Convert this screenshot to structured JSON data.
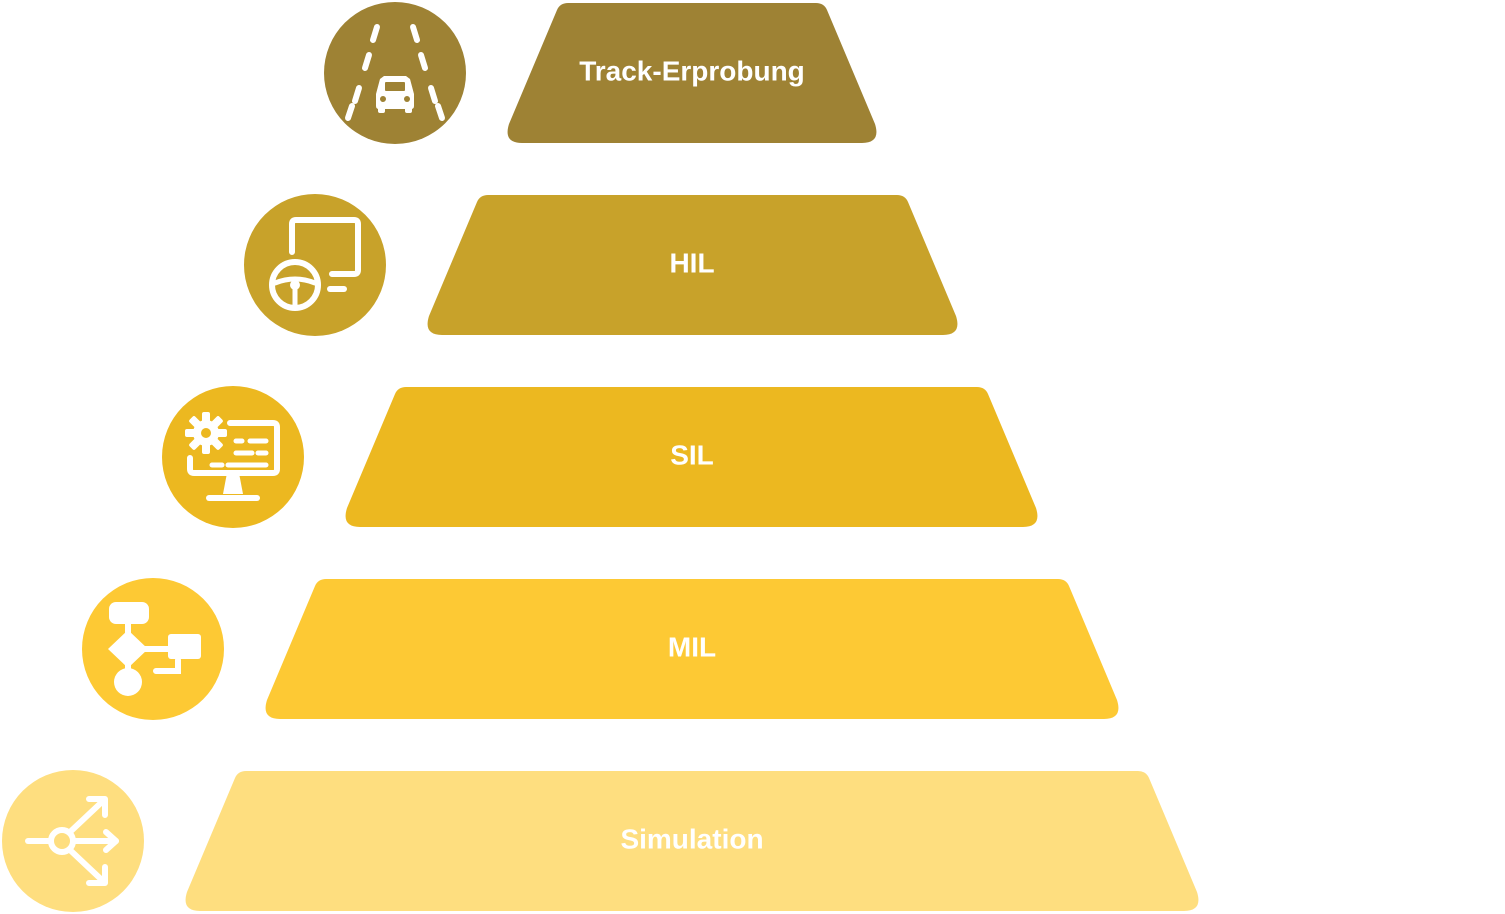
{
  "tiers": [
    {
      "label": "Track-Erprobung",
      "color": "#9E8234",
      "icon": "road-car-icon"
    },
    {
      "label": "HIL",
      "color": "#C8A22A",
      "icon": "monitor-steering-wheel-icon"
    },
    {
      "label": "SIL",
      "color": "#ECB820",
      "icon": "monitor-gear-code-icon"
    },
    {
      "label": "MIL",
      "color": "#FDC934",
      "icon": "flowchart-icon"
    },
    {
      "label": "Simulation",
      "color": "#FEDE7F",
      "icon": "share-network-icon"
    }
  ],
  "icon_glyph_color": "#FFFFFF"
}
